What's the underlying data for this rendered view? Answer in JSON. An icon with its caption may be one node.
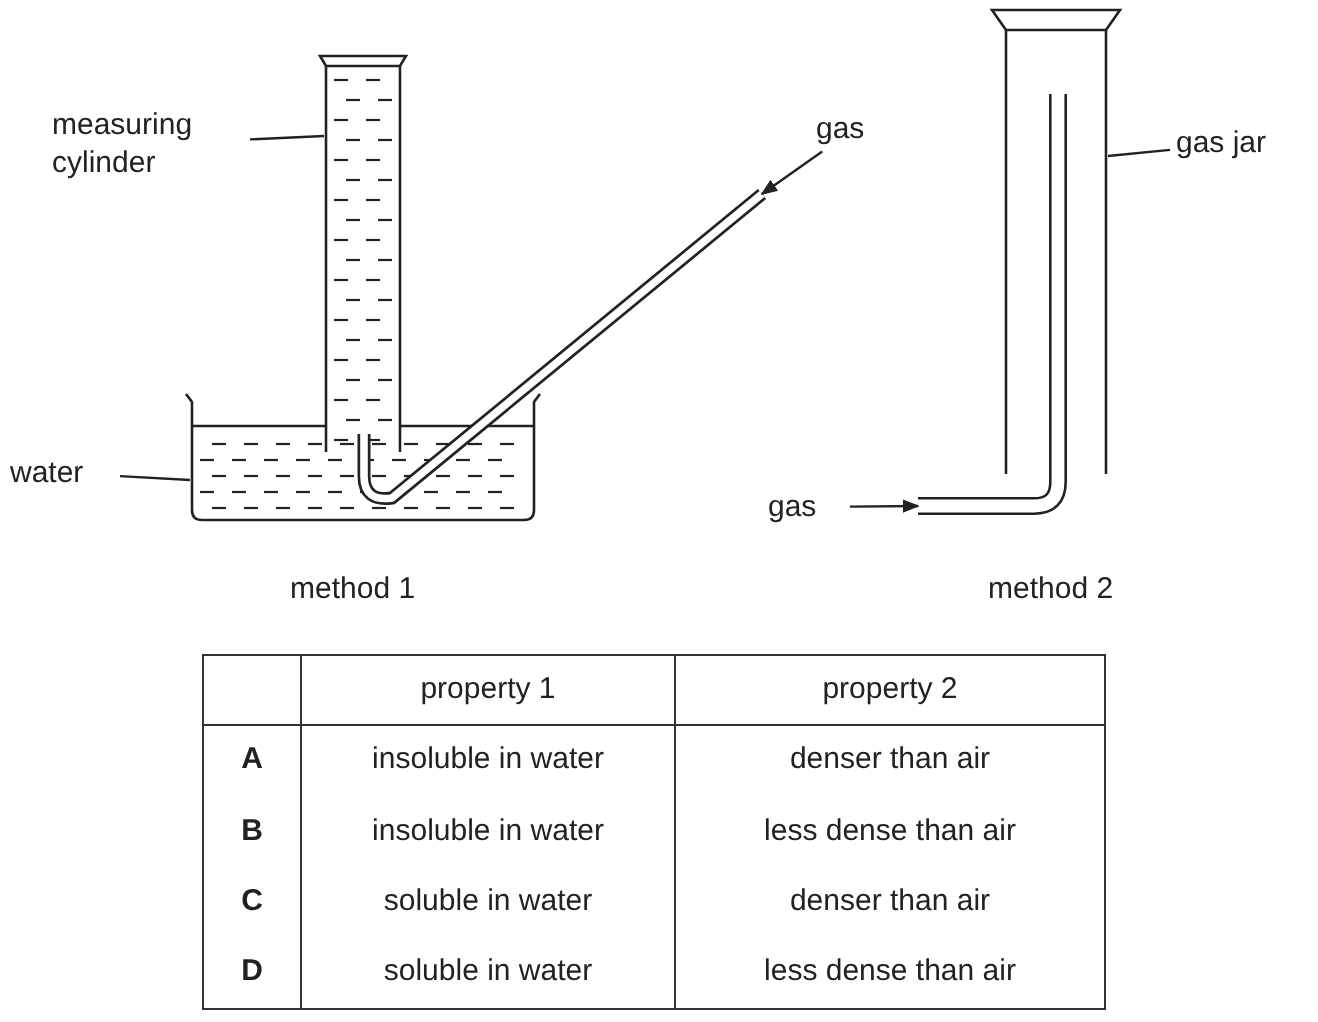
{
  "diagram": {
    "nodes": [
      {
        "text": [
          "measuring cylinder"
        ]
      },
      {
        "text": [],
        "shape": "picture"
      },
      {
        "text": [
          "water"
        ]
      },
      {
        "text": [],
        "shape": "picture"
      },
      {
        "text": [
          "gas"
        ]
      },
      {
        "text": [],
        "shape": "picture"
      },
      {
        "text": [
          "gas jar"
        ]
      },
      {
        "text": [],
        "shape": "picture"
      },
      {
        "text": [
          "gas"
        ]
      },
      {
        "text": [],
        "shape": "picture"
      }
    ],
    "edges": [
      {
        "from": 0,
        "to": 1,
        "arrow": "none"
      },
      {
        "from": 2,
        "to": 3,
        "arrow": "none"
      },
      {
        "from": 4,
        "to": 5,
        "arrow": "to"
      },
      {
        "from": 6,
        "to": 7,
        "arrow": "none"
      },
      {
        "from": 8,
        "to": 9,
        "arrow": "to"
      }
    ],
    "labels": [
      "method 1",
      "method 2",
      "property 1",
      "property 2",
      "A",
      "insoluble in water",
      "denser than air",
      "B",
      "insoluble in water",
      "less dense than air",
      "C",
      "soluble in water",
      "denser than air",
      "D",
      "soluble in water",
      "less dense than air"
    ]
  }
}
